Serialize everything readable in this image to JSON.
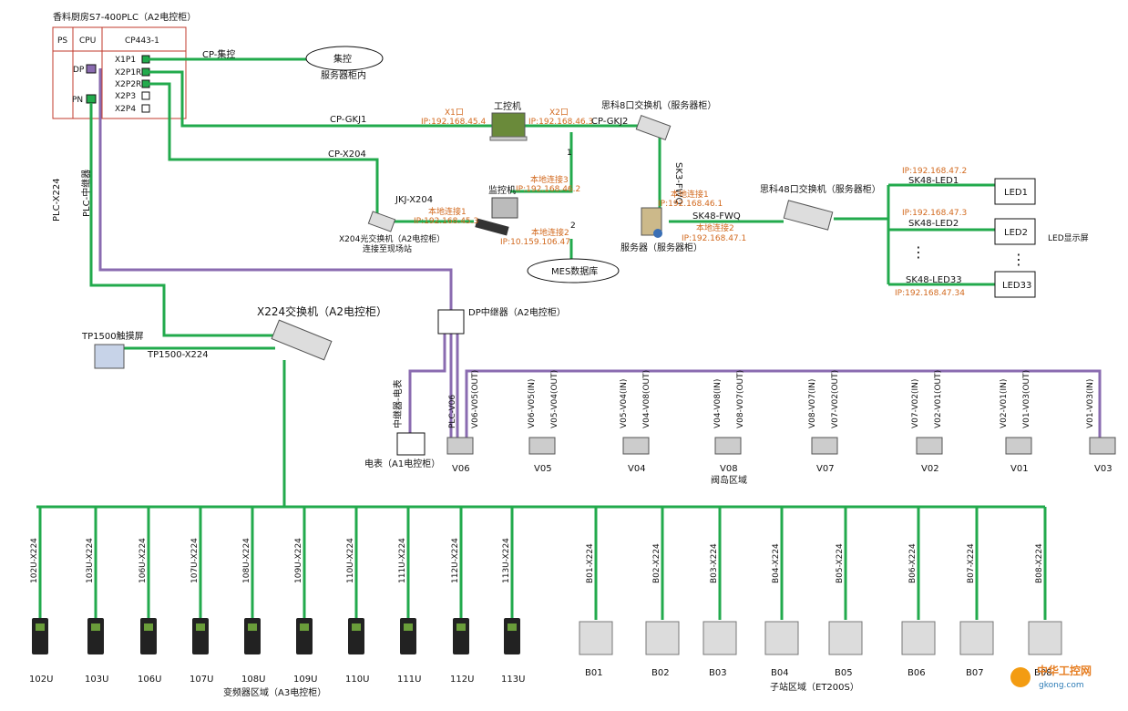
{
  "plc": {
    "title": "香料厨房S7-400PLC（A2电控柜）",
    "ps": "PS",
    "cpu": "CPU",
    "cp": "CP443-1",
    "dp": "DP",
    "pn": "PN",
    "ports": [
      "X1P1",
      "X2P1R",
      "X2P2R",
      "X2P3",
      "X2P4"
    ]
  },
  "links": {
    "cp_jikong": "CP-集控",
    "cp_gkj1": "CP-GKJ1",
    "cp_gkj2": "CP-GKJ2",
    "cp_x204": "CP-X204",
    "jkj_x204": "JKJ-X204",
    "sk3_fwq": "SK3-FWQ",
    "sk48_fwq": "SK48-FWQ",
    "plc_x224": "PLC-X224",
    "plc_repeater": "PLC-中继器",
    "tp_x224": "TP1500-X224",
    "repeater_meter": "中继器-电表",
    "num1": "1",
    "num2": "2"
  },
  "nodes": {
    "jikong": "集控",
    "jikong_sub": "服务器柜内",
    "gkj": "工控机",
    "x1_port": "X1口",
    "x1_ip": "IP:192.168.45.4",
    "x2_port": "X2口",
    "x2_ip": "IP:192.168.46.3",
    "switch8": "思科8口交换机（服务器柜）",
    "monitor": "监控机",
    "conn3": "本地连接3",
    "conn3_ip": "IP:192.168.46.2",
    "conn1": "本地连接1",
    "conn1_ip": "IP:192.168.45.3",
    "conn2": "本地连接2",
    "conn2_ip": "IP:10.159.106.47",
    "mes": "MES数据库",
    "x204_a": "X204光交换机（A2电控柜）",
    "x204_b": "连接至现场站",
    "srv_conn1": "本地连接1",
    "srv_conn1_ip": "IP:192.168.46.1",
    "srv_conn2": "本地连接2",
    "srv_conn2_ip": "IP:192.168.47.1",
    "server": "服务器（服务器柜）",
    "switch48": "思科48口交换机（服务器柜）",
    "led1_ip": "IP:192.168.47.2",
    "led1_link": "SK48-LED1",
    "led2_ip": "IP:192.168.47.3",
    "led2_link": "SK48-LED2",
    "led33_link": "SK48-LED33",
    "led33_ip": "IP:192.168.47.34",
    "led1": "LED1",
    "led2": "LED2",
    "led33": "LED33",
    "led_screen": "LED显示屏",
    "dots": "⋮",
    "x224": "X224交换机（A2电控柜）",
    "tp1500": "TP1500触摸屏",
    "dp_rep": "DP中继器（A2电控柜）",
    "meter": "电表（A1电控柜）"
  },
  "valves": {
    "links": [
      "PLC-V06",
      "V06-V05(OUT)",
      "V06-V05(IN)",
      "V05-V04(OUT)",
      "V05-V04(IN)",
      "V04-V08(OUT)",
      "V04-V08(IN)",
      "V08-V07(OUT)",
      "V08-V07(IN)",
      "V07-V02(OUT)",
      "V07-V02(IN)",
      "V02-V01(OUT)",
      "V02-V01(IN)",
      "V01-V03(OUT)",
      "V01-V03(IN)"
    ],
    "names": [
      "V06",
      "V05",
      "V04",
      "V08",
      "V07",
      "V02",
      "V01",
      "V03"
    ],
    "area": "阀岛区域"
  },
  "vfd": {
    "links": [
      "102U-X224",
      "103U-X224",
      "106U-X224",
      "107U-X224",
      "108U-X224",
      "109U-X224",
      "110U-X224",
      "111U-X224",
      "112U-X224",
      "113U-X224"
    ],
    "names": [
      "102U",
      "103U",
      "106U",
      "107U",
      "108U",
      "109U",
      "110U",
      "111U",
      "112U",
      "113U"
    ],
    "area": "变频器区域（A3电控柜）"
  },
  "substations": {
    "links": [
      "B01-X224",
      "B02-X224",
      "B03-X224",
      "B04-X224",
      "B05-X224",
      "B06-X224",
      "B07-X224",
      "B08-X224"
    ],
    "names": [
      "B01",
      "B02",
      "B03",
      "B04",
      "B05",
      "B06",
      "B07",
      "B08"
    ],
    "area": "子站区域（ET200S）"
  },
  "watermark": {
    "main": "中华工控网",
    "sub": "gkong.com"
  },
  "colors": {
    "ethernet": "#22aa4c",
    "profibus": "#8a6bb0",
    "ip_text": "#d2691e"
  }
}
